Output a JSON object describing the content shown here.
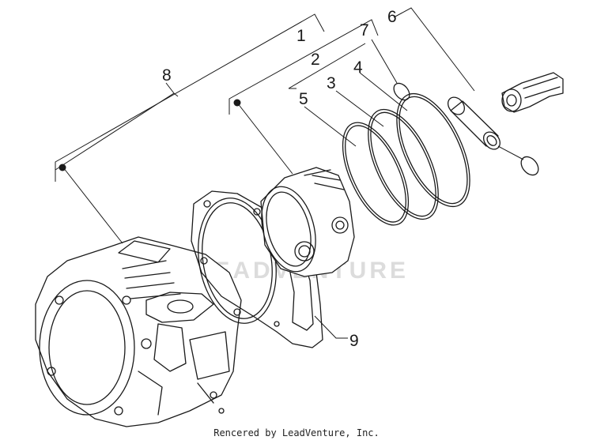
{
  "callouts": {
    "c1": "1",
    "c2": "2",
    "c3": "3",
    "c4": "4",
    "c5": "5",
    "c6": "6",
    "c7": "7",
    "c8": "8",
    "c9": "9"
  },
  "watermark_text": "LEADVENTURE",
  "credit": "Rencered by LeadVenture, Inc."
}
